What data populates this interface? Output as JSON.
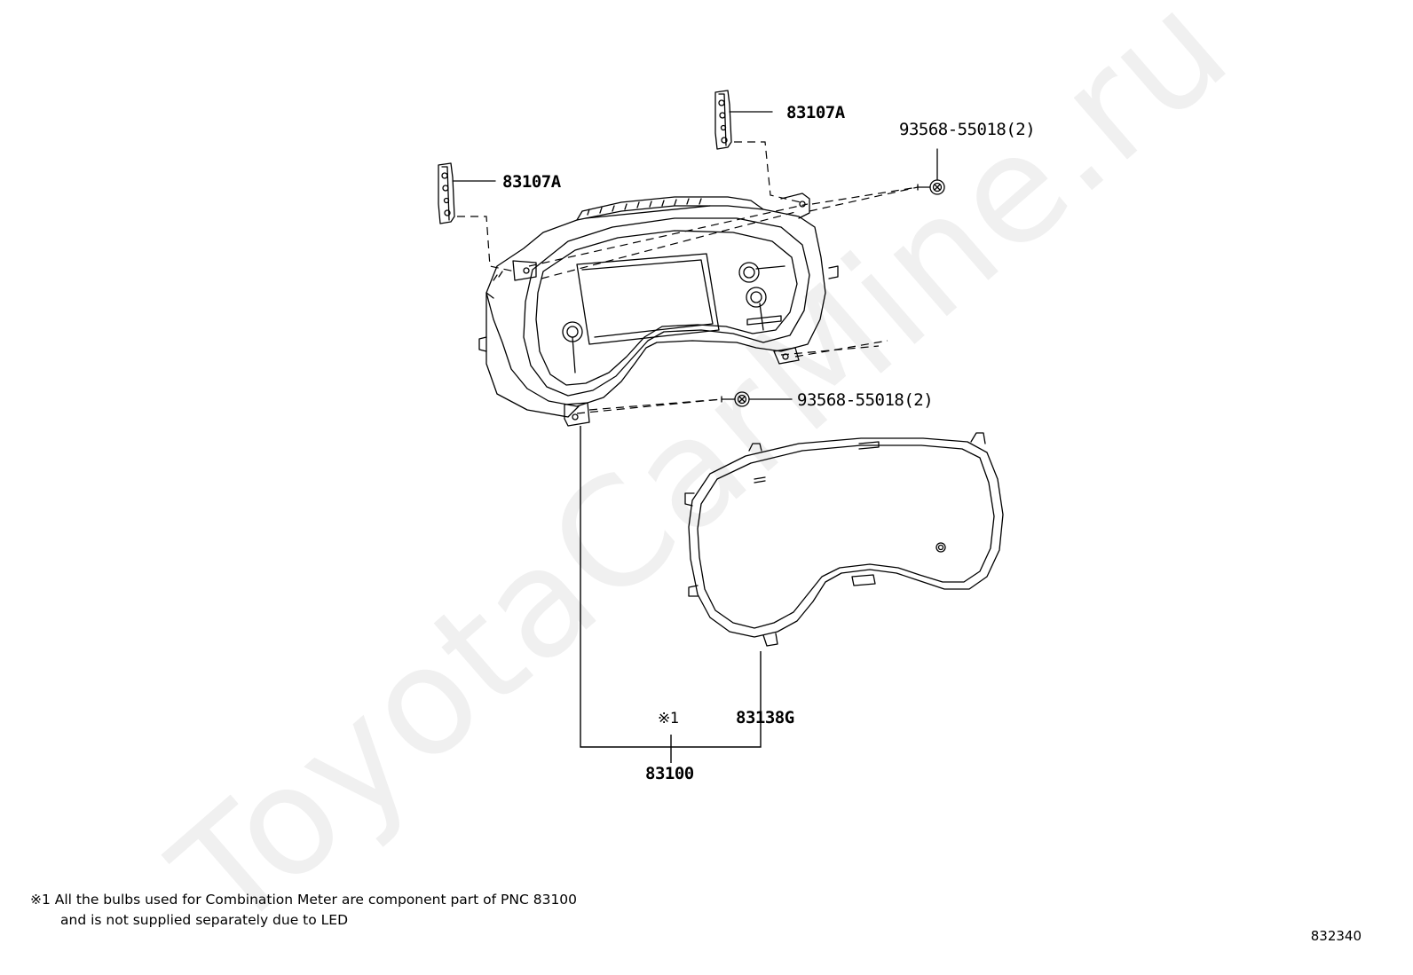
{
  "watermark": "ToyotaCarMine.ru",
  "labels": {
    "bracket_upper": "83107A",
    "bracket_left": "83107A",
    "screw_upper": "93568-55018(2)",
    "screw_lower": "93568-55018(2)",
    "glass": "83138G",
    "note_ref": "※1",
    "meter_assy": "83100"
  },
  "footnote": {
    "line1": "※1 All the bulbs used for Combination Meter are component part of PNC 83100",
    "line2": "and is not supplied separately due to LED"
  },
  "illustration_code": "832340"
}
